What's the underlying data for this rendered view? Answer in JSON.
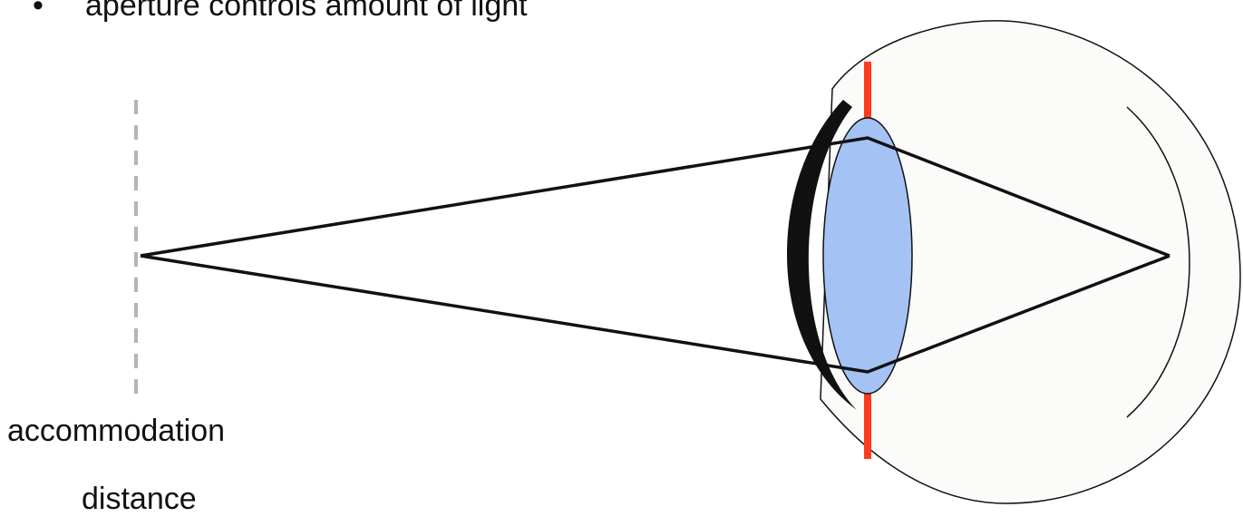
{
  "bullet": {
    "marker": "•",
    "text": "aperture controls amount of light"
  },
  "labels": {
    "line1": "accommodation",
    "line2": "distance"
  },
  "colors": {
    "aperture": "#ff3b1f",
    "lens": "#a4c2f4",
    "eyeball": "#fbfbf9",
    "focus_plane": "#b5b5b5",
    "rays": "#111111"
  }
}
